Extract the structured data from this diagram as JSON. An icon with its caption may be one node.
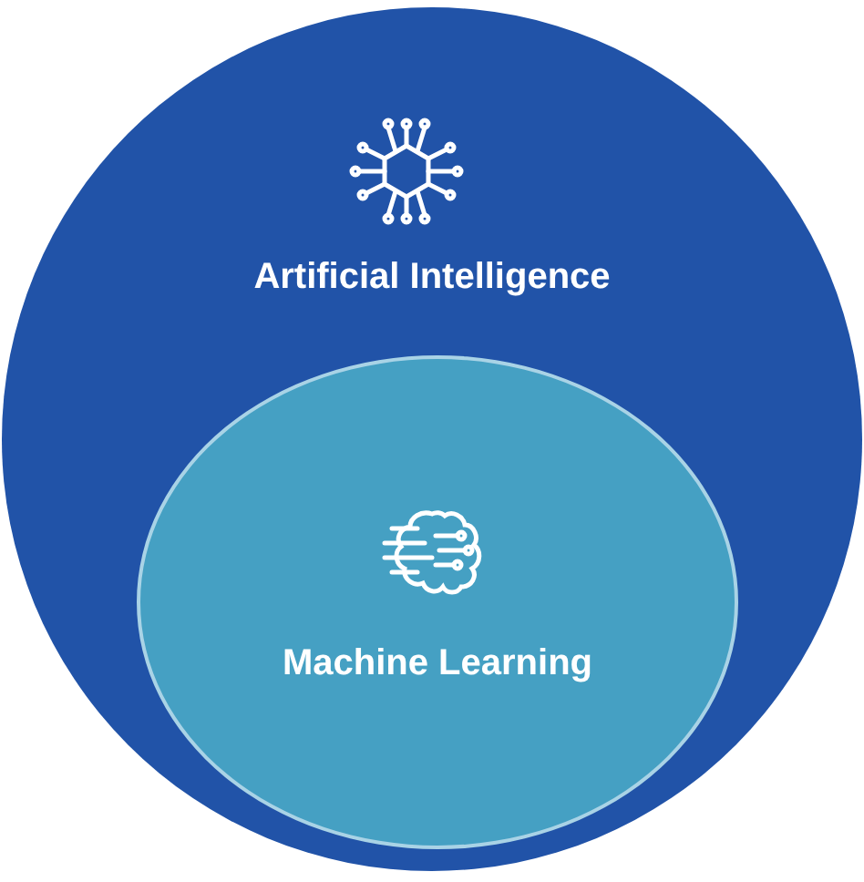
{
  "diagram": {
    "nodes": [
      {
        "text": [
          "Artificial Intelligence"
        ]
      },
      {
        "text": [
          "Machine Learning"
        ],
        "in": 0
      }
    ]
  }
}
